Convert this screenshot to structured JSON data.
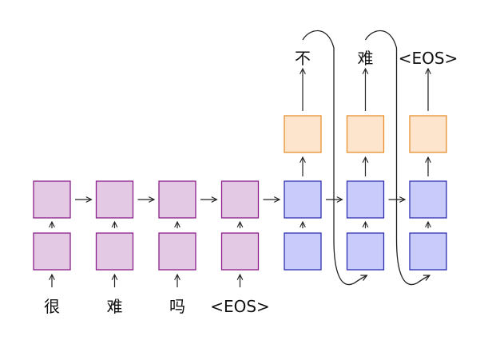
{
  "diagram": {
    "title": "seq2seq RNN encoder-decoder",
    "encoder": {
      "inputs": [
        "很",
        "难",
        "吗",
        "<EOS>"
      ],
      "fill": "#e3c9e3",
      "stroke": "#8b1f8b"
    },
    "decoder": {
      "outputs": [
        "不",
        "难",
        "<EOS>"
      ],
      "hidden_fill": "#c9ccfb",
      "hidden_stroke": "#2f2fb0",
      "output_fill": "#fde5cd",
      "output_stroke": "#e8902e"
    },
    "feedback_arrows": [
      {
        "from_output": 0,
        "to_decoder_input": 1
      },
      {
        "from_output": 1,
        "to_decoder_input": 2
      }
    ]
  }
}
